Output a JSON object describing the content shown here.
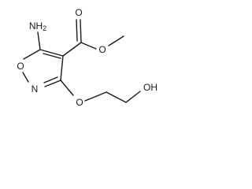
{
  "molecule": {
    "atoms": {
      "amine": {
        "element": "N",
        "hydrogens": "H",
        "count": "2"
      },
      "ring_oxygen": "O",
      "ring_nitrogen": "N",
      "carbonyl_oxygen": "O",
      "ester_oxygen": "O",
      "ether_oxygen": "O",
      "hydroxyl": "OH"
    }
  }
}
